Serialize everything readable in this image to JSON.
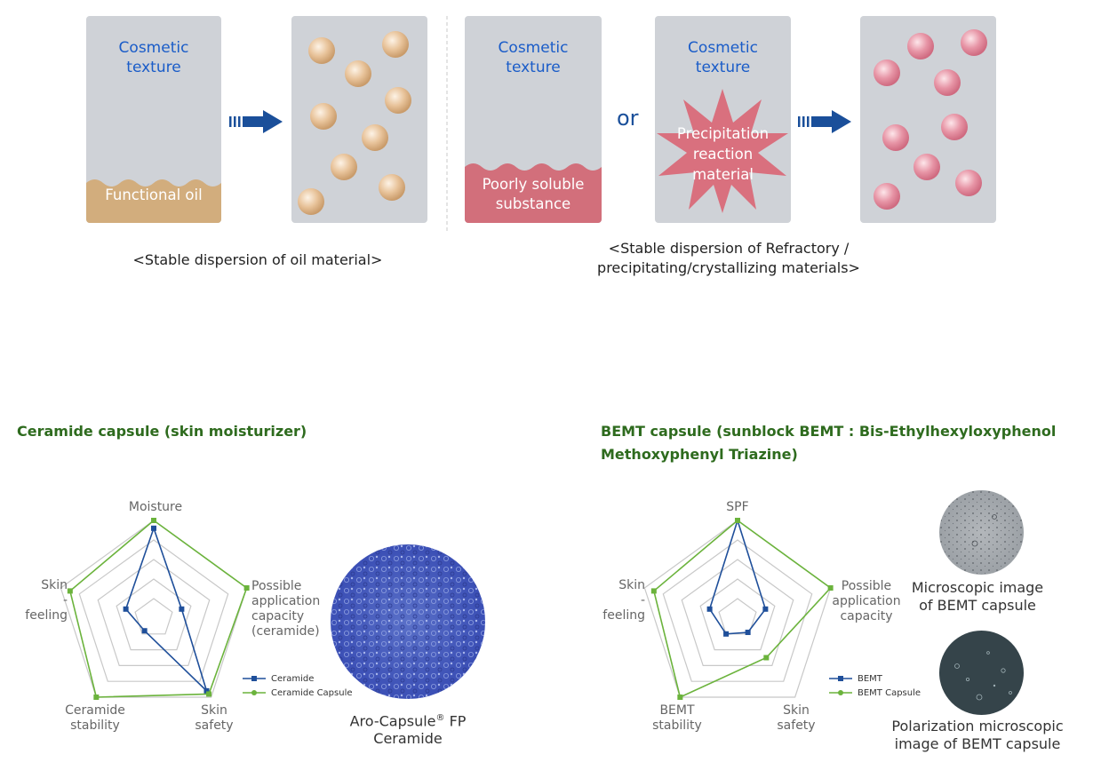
{
  "top": {
    "cosmetic_texture": "Cosmetic\ntexture",
    "functional_oil": "Functional oil",
    "poorly_soluble": "Poorly soluble\nsubstance",
    "or": "or",
    "precipitation": "Precipitation\nreaction\nmaterial",
    "caption_left": "<Stable dispersion of oil material>",
    "caption_right": "<Stable dispersion of Refractory /\nprecipitating/crystallizing materials>"
  },
  "colors": {
    "panel": "#cfd2d7",
    "oil": "#d2ad7d",
    "poorly": "#d26f7b",
    "star": "#d9707e",
    "blue_text": "#1a5cc8",
    "arrow": "#1a4f9a",
    "title_green": "#2e6b1e",
    "series_blue": "#1f4f9a",
    "series_green": "#6bb33c"
  },
  "ceramide": {
    "title": "Ceramide capsule (skin moisturizer)",
    "axes": [
      "Moisture",
      "Possible\napplication\ncapacity\n(ceramide)",
      "Skin\nsafety",
      "Ceramide\nstability",
      "Skin\n-feeling"
    ],
    "legend": [
      "Ceramide",
      "Ceramide Capsule"
    ],
    "image_caption": "Aro-Capsule",
    "image_caption_sup": "®",
    "image_caption_rest": " FP",
    "image_caption_line2": "Ceramide"
  },
  "bemt": {
    "title": "BEMT capsule (sunblock BEMT : Bis-Ethylhexyloxyphenol\nMethoxyphenyl Triazine)",
    "axes": [
      "SPF",
      "Possible\napplication\ncapacity",
      "Skin\nsafety",
      "BEMT\nstability",
      "Skin\n-feeling"
    ],
    "legend": [
      "BEMT",
      "BEMT Capsule"
    ],
    "micro_caption": "Microscopic image\nof BEMT capsule",
    "polar_caption": "Polarization microscopic\nimage of BEMT capsule"
  },
  "chart_data": [
    {
      "type": "radar",
      "title": "",
      "axes": [
        "Moisture",
        "Possible application capacity (ceramide)",
        "Skin safety",
        "Ceramide stability",
        "Skin -feeling"
      ],
      "scale": [
        0,
        5
      ],
      "series": [
        {
          "name": "Ceramide",
          "values": [
            4.6,
            1.5,
            4.6,
            0.8,
            1.5
          ]
        },
        {
          "name": "Ceramide Capsule",
          "values": [
            5,
            5,
            4.8,
            5,
            4.5
          ]
        }
      ]
    },
    {
      "type": "radar",
      "title": "",
      "axes": [
        "SPF",
        "Possible application capacity",
        "Skin safety",
        "BEMT stability",
        "Skin -feeling"
      ],
      "scale": [
        0,
        5
      ],
      "series": [
        {
          "name": "BEMT",
          "values": [
            5,
            1.5,
            0.9,
            1.0,
            1.5
          ]
        },
        {
          "name": "BEMT Capsule",
          "values": [
            5,
            5,
            2.5,
            5,
            4.5
          ]
        }
      ]
    }
  ]
}
